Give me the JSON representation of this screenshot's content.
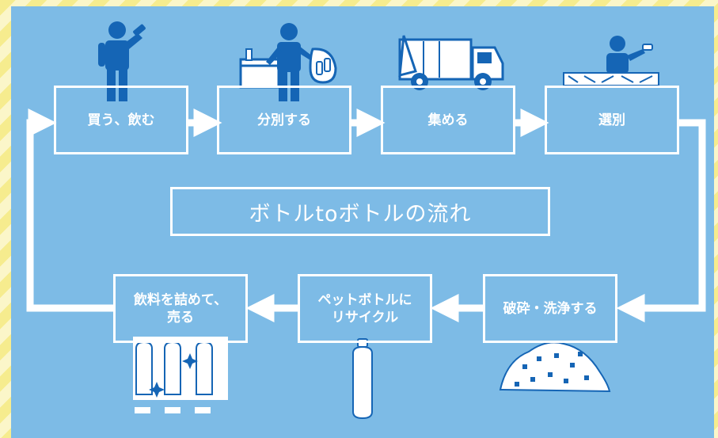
{
  "title": "ボトルtoボトルの流れ",
  "steps_top": [
    {
      "label": "買う、飲む"
    },
    {
      "label": "分別する"
    },
    {
      "label": "集める"
    },
    {
      "label": "選別"
    }
  ],
  "steps_bottom": [
    {
      "label_line1": "破砕・洗浄する",
      "label_line2": ""
    },
    {
      "label_line1": "ペットボトルに",
      "label_line2": "リサイクル"
    },
    {
      "label_line1": "飲料を詰めて、",
      "label_line2": "売る"
    }
  ],
  "colors": {
    "background_panel": "#7dbbe6",
    "foreground": "#ffffff",
    "pictogram": "#1565b5",
    "stripe_light": "#fbf6c9",
    "stripe_dark": "#f6ec8e"
  },
  "icons": [
    "person-drinking-icon",
    "person-sorting-trash-icon",
    "garbage-truck-icon",
    "person-sorting-conveyor-icon",
    "crushed-flakes-icon",
    "pet-bottle-icon",
    "bottle-filling-line-icon"
  ]
}
